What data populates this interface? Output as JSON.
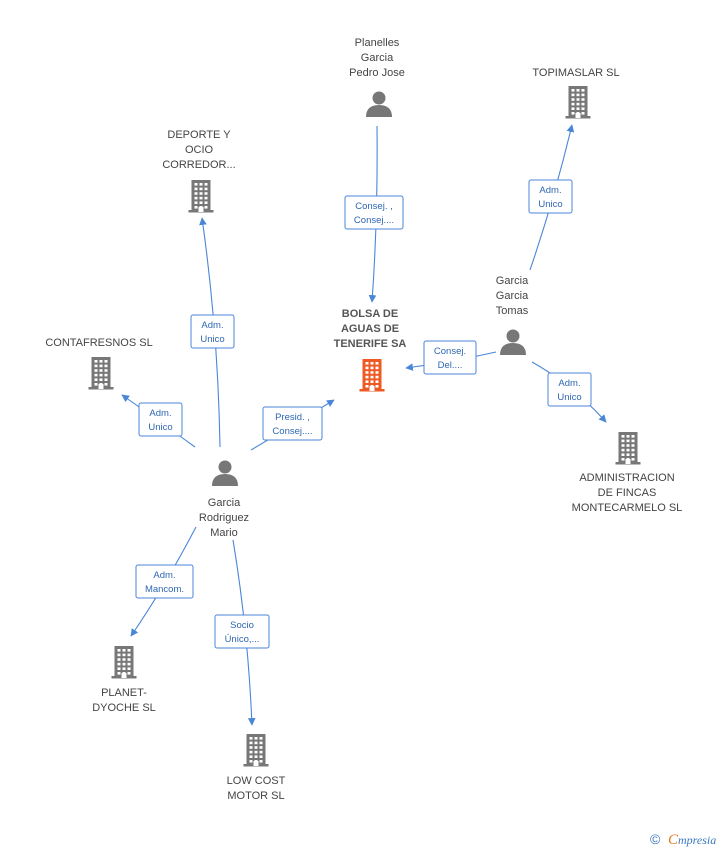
{
  "colors": {
    "company": "#777777",
    "company_focus": "#ee5a24",
    "person": "#777777",
    "edge": "#4a86d8"
  },
  "nodes": [
    {
      "id": "bolsa",
      "type": "company",
      "focus": true,
      "icon": "building-icon",
      "label": [
        "BOLSA DE",
        "AGUAS DE",
        "TENERIFE SA"
      ]
    },
    {
      "id": "planelles",
      "type": "person",
      "icon": "person-icon",
      "label": [
        "Planelles",
        "Garcia",
        "Pedro Jose"
      ]
    },
    {
      "id": "topimaslar",
      "type": "company",
      "icon": "building-icon",
      "label": [
        "TOPIMASLAR SL"
      ]
    },
    {
      "id": "deporte",
      "type": "company",
      "icon": "building-icon",
      "label": [
        "DEPORTE Y",
        "OCIO",
        "CORREDOR..."
      ]
    },
    {
      "id": "garcia_tomas",
      "type": "person",
      "icon": "person-icon",
      "label": [
        "Garcia",
        "Garcia",
        "Tomas"
      ]
    },
    {
      "id": "contafresnos",
      "type": "company",
      "icon": "building-icon",
      "label": [
        "CONTAFRESNOS SL"
      ]
    },
    {
      "id": "administracion",
      "type": "company",
      "icon": "building-icon",
      "label": [
        "ADMINISTRACION",
        "DE FINCAS",
        "MONTECARMELO SL"
      ]
    },
    {
      "id": "garcia_mario",
      "type": "person",
      "icon": "person-icon",
      "label": [
        "Garcia",
        "Rodriguez",
        "Mario"
      ]
    },
    {
      "id": "planet",
      "type": "company",
      "icon": "building-icon",
      "label": [
        "PLANET-",
        "DYOCHE SL"
      ]
    },
    {
      "id": "lowcost",
      "type": "company",
      "icon": "building-icon",
      "label": [
        "LOW COST",
        "MOTOR SL"
      ]
    }
  ],
  "edges": [
    {
      "from": "planelles",
      "to": "bolsa",
      "label": [
        "Consej. ,",
        "Consej...."
      ]
    },
    {
      "from": "garcia_tomas",
      "to": "topimaslar",
      "label": [
        "Adm.",
        "Unico"
      ]
    },
    {
      "from": "garcia_tomas",
      "to": "bolsa",
      "label": [
        "Consej.",
        "Del...."
      ]
    },
    {
      "from": "garcia_tomas",
      "to": "administracion",
      "label": [
        "Adm.",
        "Unico"
      ]
    },
    {
      "from": "garcia_mario",
      "to": "deporte",
      "label": [
        "Adm.",
        "Unico"
      ]
    },
    {
      "from": "garcia_mario",
      "to": "contafresnos",
      "label": [
        "Adm.",
        "Unico"
      ]
    },
    {
      "from": "garcia_mario",
      "to": "bolsa",
      "label": [
        "Presid. ,",
        "Consej...."
      ]
    },
    {
      "from": "garcia_mario",
      "to": "planet",
      "label": [
        "Adm.",
        "Mancom."
      ]
    },
    {
      "from": "garcia_mario",
      "to": "lowcost",
      "label": [
        "Socio",
        "Único,..."
      ]
    }
  ],
  "brand": {
    "copyright": "©",
    "first_letter": "C",
    "rest": "mpresia"
  }
}
